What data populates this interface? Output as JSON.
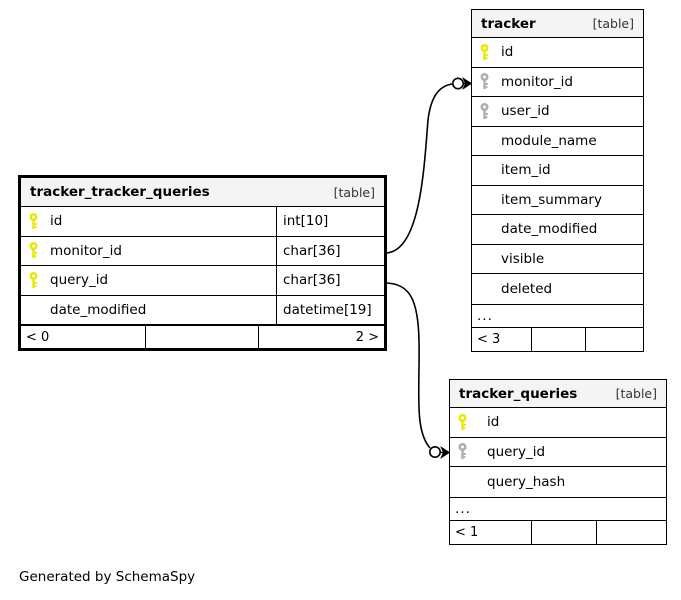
{
  "diagram": {
    "kind": "entity-relationship-diagram",
    "credit": "Generated by SchemaSpy",
    "table_tag": "[table]",
    "more_indicator": "...",
    "colors": {
      "primary_key": "#e8e800",
      "foreign_key": "#adadad",
      "header_background": "#f4f4f4",
      "border": "#000000",
      "background": "#ffffff"
    }
  },
  "tables": {
    "tracker_tracker_queries": {
      "name": "tracker_tracker_queries",
      "tag": "[table]",
      "emphasis": "main",
      "columns": [
        {
          "name": "id",
          "type": "int[10]",
          "key": "primary"
        },
        {
          "name": "monitor_id",
          "type": "char[36]",
          "key": "primary"
        },
        {
          "name": "query_id",
          "type": "char[36]",
          "key": "primary"
        },
        {
          "name": "date_modified",
          "type": "datetime[19]",
          "key": "none"
        }
      ],
      "more": null,
      "footer": {
        "cells": [
          {
            "text": "< 0",
            "align": "left"
          },
          {
            "text": "",
            "align": "left"
          },
          {
            "text": "2 >",
            "align": "right"
          }
        ]
      }
    },
    "tracker": {
      "name": "tracker",
      "tag": "[table]",
      "emphasis": "normal",
      "columns": [
        {
          "name": "id",
          "type": "",
          "key": "primary"
        },
        {
          "name": "monitor_id",
          "type": "",
          "key": "foreign"
        },
        {
          "name": "user_id",
          "type": "",
          "key": "foreign"
        },
        {
          "name": "module_name",
          "type": "",
          "key": "none"
        },
        {
          "name": "item_id",
          "type": "",
          "key": "none"
        },
        {
          "name": "item_summary",
          "type": "",
          "key": "none"
        },
        {
          "name": "date_modified",
          "type": "",
          "key": "none"
        },
        {
          "name": "visible",
          "type": "",
          "key": "none"
        },
        {
          "name": "deleted",
          "type": "",
          "key": "none"
        }
      ],
      "more": "...",
      "footer": {
        "cells": [
          {
            "text": "< 3",
            "align": "left"
          },
          {
            "text": "",
            "align": "left"
          },
          {
            "text": "",
            "align": "left"
          }
        ]
      }
    },
    "tracker_queries": {
      "name": "tracker_queries",
      "tag": "[table]",
      "emphasis": "normal",
      "columns": [
        {
          "name": "id",
          "type": "",
          "key": "primary"
        },
        {
          "name": "query_id",
          "type": "",
          "key": "foreign"
        },
        {
          "name": "query_hash",
          "type": "",
          "key": "none"
        }
      ],
      "more": "...",
      "footer": {
        "cells": [
          {
            "text": "< 1",
            "align": "left"
          },
          {
            "text": "",
            "align": "left"
          },
          {
            "text": "",
            "align": "left"
          }
        ]
      }
    }
  },
  "relationships": [
    {
      "id": "rel-monitor",
      "from_table": "tracker_tracker_queries",
      "from_column": "monitor_id",
      "to_table": "tracker",
      "to_column": "monitor_id",
      "end_marker": "zero-or-many"
    },
    {
      "id": "rel-query",
      "from_table": "tracker_tracker_queries",
      "from_column": "query_id",
      "to_table": "tracker_queries",
      "to_column": "query_id",
      "end_marker": "zero-or-many"
    }
  ]
}
